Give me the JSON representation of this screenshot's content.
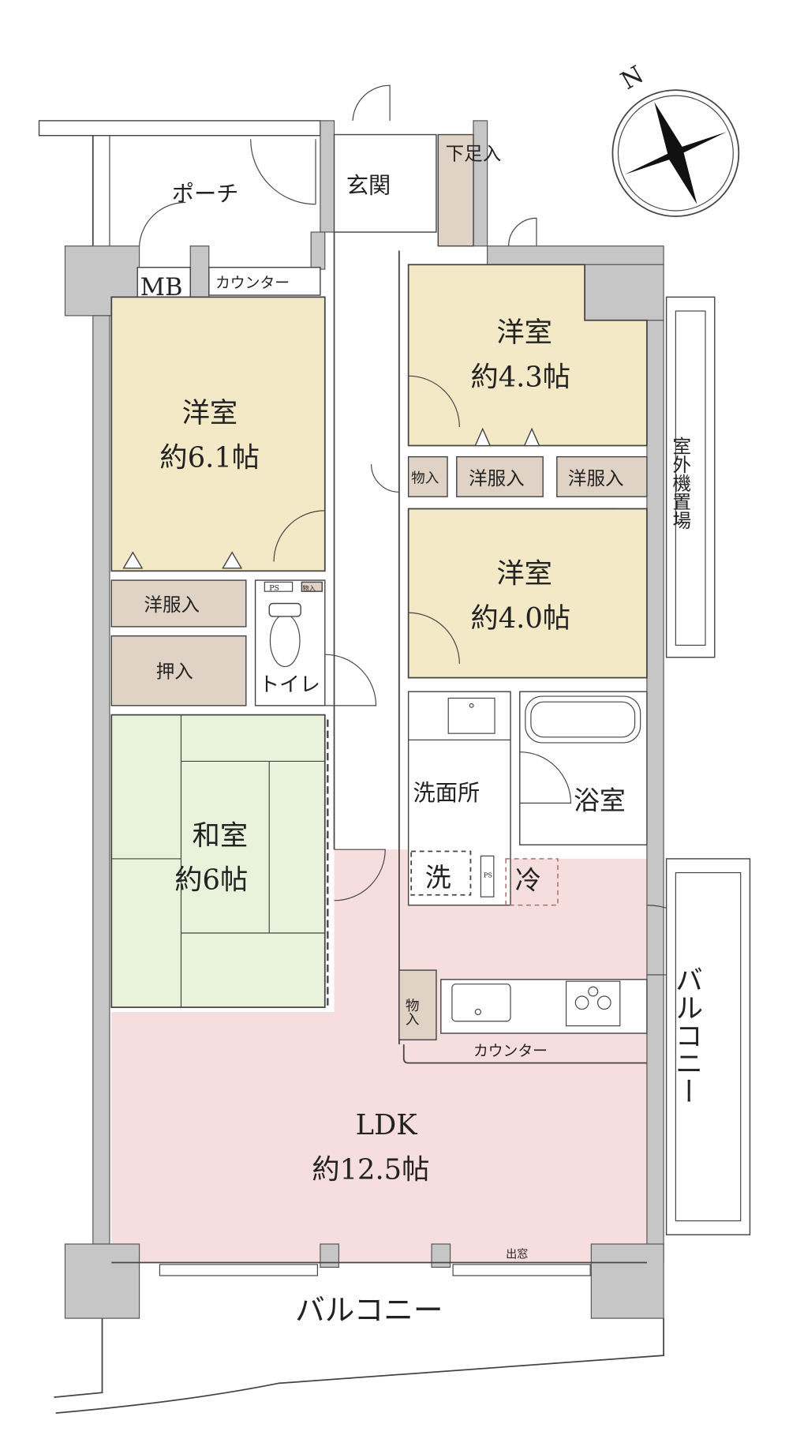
{
  "plan": {
    "porch": "ポーチ",
    "entrance": "玄関",
    "shoe_storage": "下足入",
    "meter_box": "MB",
    "counter_top": "カウンター",
    "room_west": {
      "name": "洋室",
      "size": "約6.1帖"
    },
    "closet_west": "洋服入",
    "oshiire": "押入",
    "toilet": "トイレ",
    "toilet_ps": "PS",
    "toilet_storage": "物入",
    "washitsu": {
      "name": "和室",
      "size": "約6帖"
    },
    "room_ne": {
      "name": "洋室",
      "size": "約4.3帖"
    },
    "storage_mid": "物入",
    "closet_mid1": "洋服入",
    "closet_mid2": "洋服入",
    "room_e": {
      "name": "洋室",
      "size": "約4.0帖"
    },
    "ac_space": "室外機置場",
    "washroom": "洗面所",
    "bathroom": "浴室",
    "washer": "洗",
    "ps": "PS",
    "fridge": "冷",
    "kitchen_storage": "物入",
    "counter_kitchen": "カウンター",
    "ldk": {
      "name": "LDK",
      "size": "約12.5帖"
    },
    "bay_window": "出窓",
    "balcony_east": "バルコニー",
    "balcony_south": "バルコニー",
    "compass_north": "N"
  },
  "colors": {
    "western_room": "#f3e9c6",
    "storage": "#e0d3c6",
    "tatami": "#e9f2da",
    "ldk": "#f7dede",
    "wall": "#c6c6c6"
  }
}
